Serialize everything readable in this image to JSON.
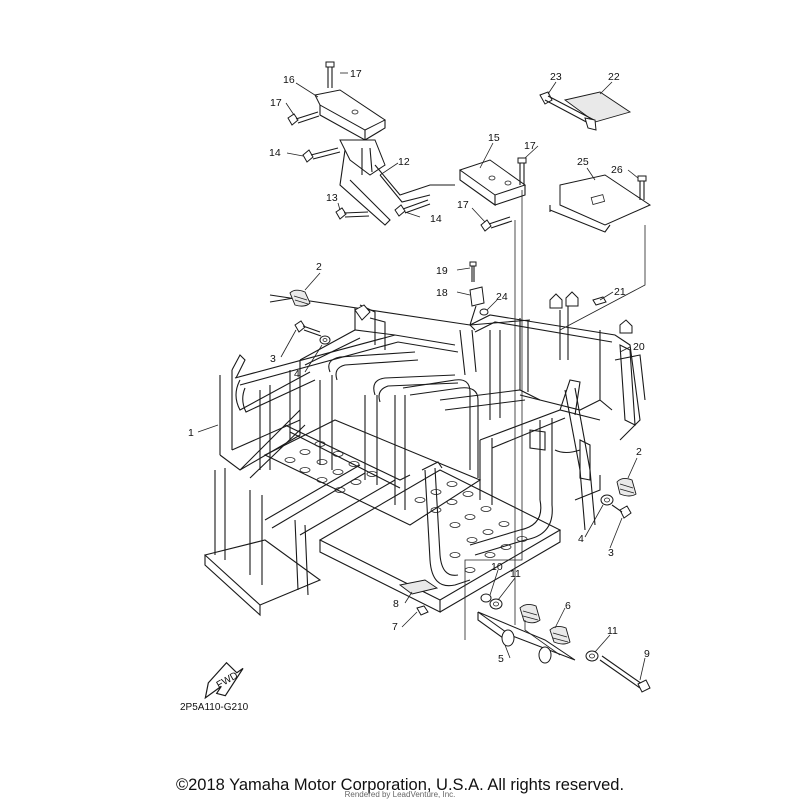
{
  "diagram": {
    "reference_code": "2P5A110-G210",
    "fwd_label": "FWD",
    "callouts": [
      "1",
      "2",
      "2",
      "3",
      "3",
      "4",
      "4",
      "5",
      "6",
      "7",
      "8",
      "9",
      "10",
      "11",
      "11",
      "12",
      "13",
      "14",
      "14",
      "15",
      "16",
      "17",
      "17",
      "17",
      "17",
      "18",
      "19",
      "20",
      "21",
      "22",
      "23",
      "24",
      "25",
      "26"
    ]
  },
  "footer": {
    "copyright": "©2018 Yamaha Motor Corporation, U.S.A. All rights reserved.",
    "rendered_by": "Rendered by LeadVenture, Inc."
  }
}
